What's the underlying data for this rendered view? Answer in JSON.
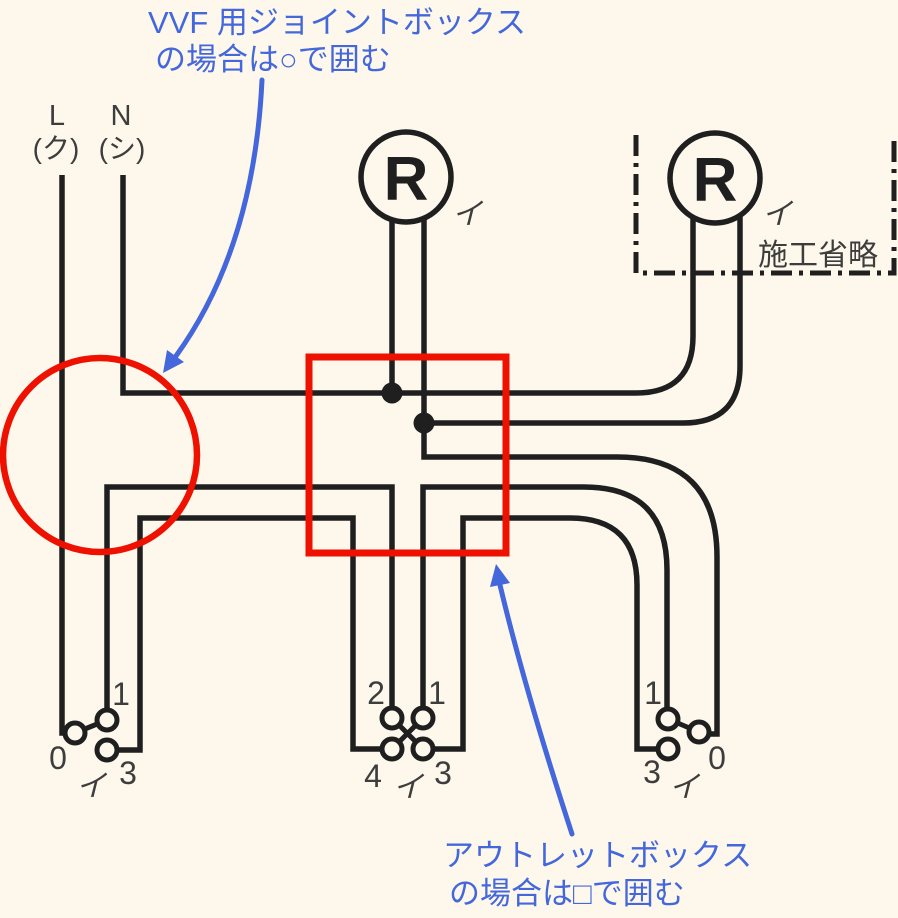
{
  "colors": {
    "background": "#fdf8eb",
    "line": "#1f1f1f",
    "label": "#3d3d3d",
    "red": "#ee1100",
    "blue": "#4467dc"
  },
  "notes": {
    "joint_box": {
      "line1": "VVF 用ジョイントボックス",
      "line2": "の場合は○で囲む"
    },
    "outlet_box": {
      "line1": "アウトレットボックス",
      "line2": "の場合は□で囲む"
    }
  },
  "source": {
    "live_label": "L",
    "live_sub": "(ク)",
    "neutral_label": "N",
    "neutral_sub": "(シ)"
  },
  "lamps": {
    "left": {
      "symbol": "R",
      "circuit": "イ"
    },
    "right": {
      "symbol": "R",
      "circuit": "イ"
    }
  },
  "omission_label": "施工省略",
  "switches": {
    "left_three_way": {
      "terminal_0": "0",
      "terminal_1": "1",
      "terminal_3": "3",
      "circuit": "イ"
    },
    "four_way": {
      "terminal_1": "1",
      "terminal_2": "2",
      "terminal_3": "3",
      "terminal_4": "4",
      "circuit": "イ"
    },
    "right_three_way": {
      "terminal_0": "0",
      "terminal_1": "1",
      "terminal_3": "3",
      "circuit": "イ"
    }
  }
}
